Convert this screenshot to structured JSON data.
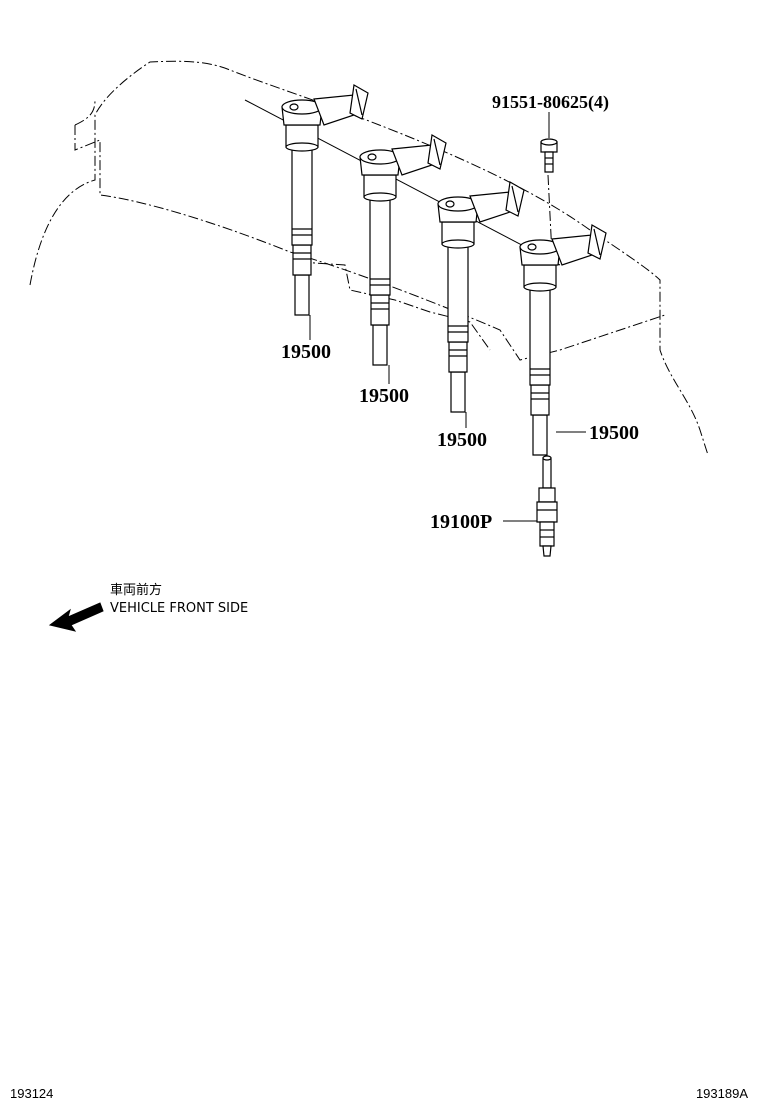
{
  "labels": {
    "bolt": "91551-80625(4)",
    "coil_1": "19500",
    "coil_2": "19500",
    "coil_3": "19500",
    "coil_4": "19500",
    "spark_plug": "19100P"
  },
  "direction": {
    "jp": "車両前方",
    "en": "VEHICLE FRONT SIDE"
  },
  "footer": {
    "left_code": "193124",
    "right_code": "193189A"
  },
  "icons": {
    "direction_arrow": "arrow-left-down-icon"
  }
}
